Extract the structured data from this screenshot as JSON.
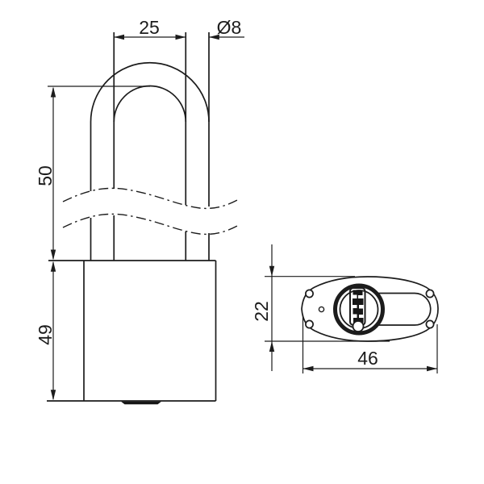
{
  "drawing": {
    "line_color": "#1c1c1c",
    "background_color": "#ffffff",
    "dimensions": {
      "shackle_inner_width": "25",
      "shackle_diameter": "Ø8",
      "shackle_length": "50",
      "body_height": "49",
      "body_depth": "22",
      "body_width": "46"
    }
  }
}
